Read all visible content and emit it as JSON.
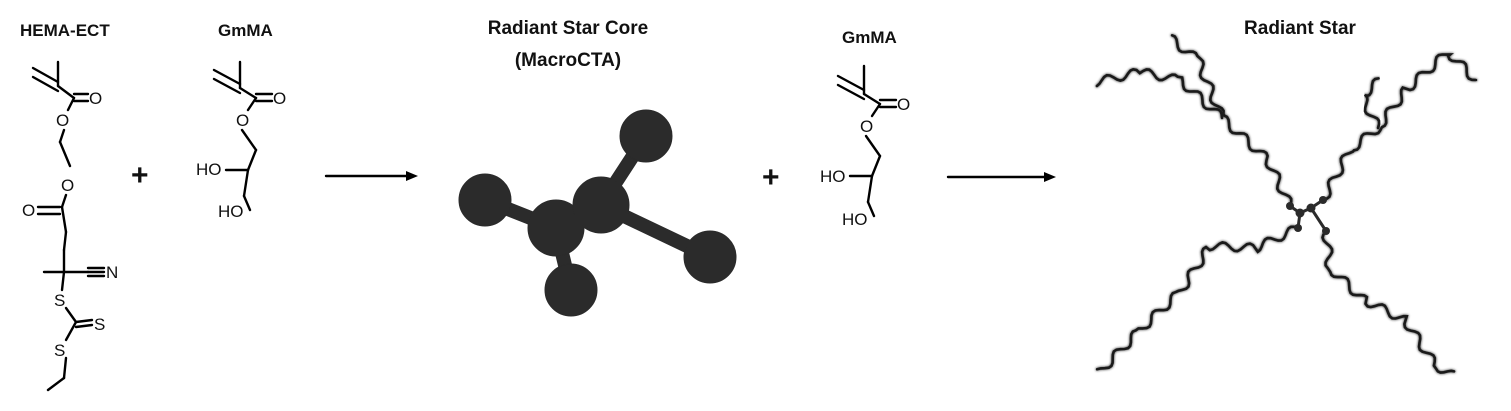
{
  "labels": {
    "hema_ect": "HEMA-ECT",
    "gmma_1": "GmMA",
    "core_line1": "Radiant Star Core",
    "core_line2": "(MacroCTA)",
    "gmma_2": "GmMA",
    "star": "Radiant Star"
  },
  "operators": {
    "plus_1": "+",
    "plus_2": "+"
  },
  "atoms": {
    "o": "O",
    "ho": "HO",
    "n": "N",
    "s": "S"
  },
  "colors": {
    "ink": "#111111",
    "core_fill": "#2b2b2b",
    "chain": "#1a1a1a",
    "background": "#ffffff"
  }
}
